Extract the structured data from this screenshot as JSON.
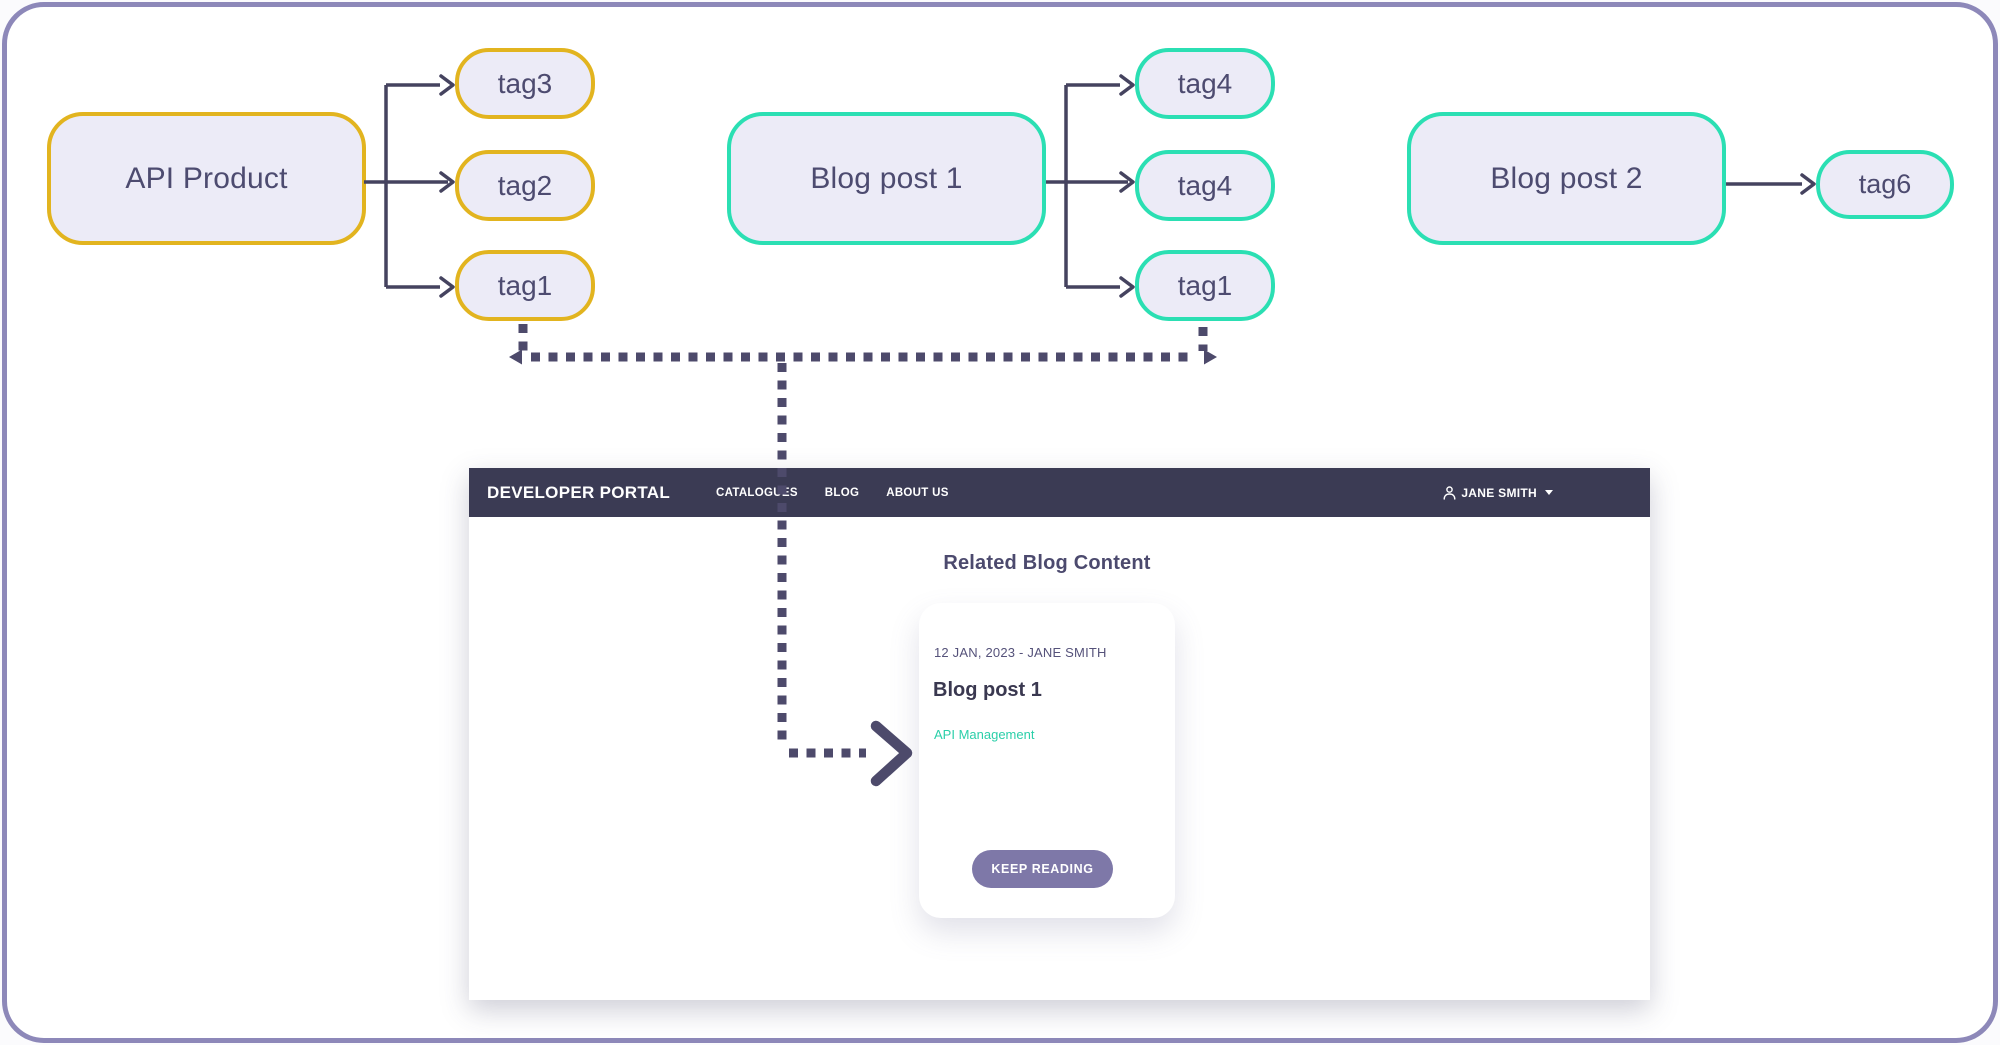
{
  "colors": {
    "panel-border": "#8D88B9",
    "slate": "#4D4B70",
    "line": "#45435F",
    "yellow": "#E2B41F",
    "teal": "#2BDFB3",
    "node-fill": "#ECEBF7",
    "header-bg": "#3B3B54",
    "link-teal": "#2BCFA9",
    "button-bg": "#7E78A8",
    "heading": "#4C4A6E",
    "meta": "#55527A",
    "title": "#3A3850"
  },
  "diagram": {
    "api_product": "API Product",
    "api_product_tags": [
      "tag3",
      "tag2",
      "tag1"
    ],
    "blog_post_1": "Blog post 1",
    "blog_post_1_tags": [
      "tag4",
      "tag4",
      "tag1"
    ],
    "blog_post_2": "Blog post 2",
    "blog_post_2_tags": [
      "tag6"
    ]
  },
  "portal": {
    "brand": "DEVELOPER PORTAL",
    "nav": [
      {
        "label": "CATALOGUES"
      },
      {
        "label": "BLOG"
      },
      {
        "label": "ABOUT US"
      }
    ],
    "user": {
      "name": "JANE SMITH"
    },
    "section_title": "Related Blog Content",
    "card": {
      "meta": "12 JAN, 2023 - JANE SMITH",
      "title": "Blog post 1",
      "tag_link": "API Management",
      "button_label": "KEEP READING"
    }
  }
}
